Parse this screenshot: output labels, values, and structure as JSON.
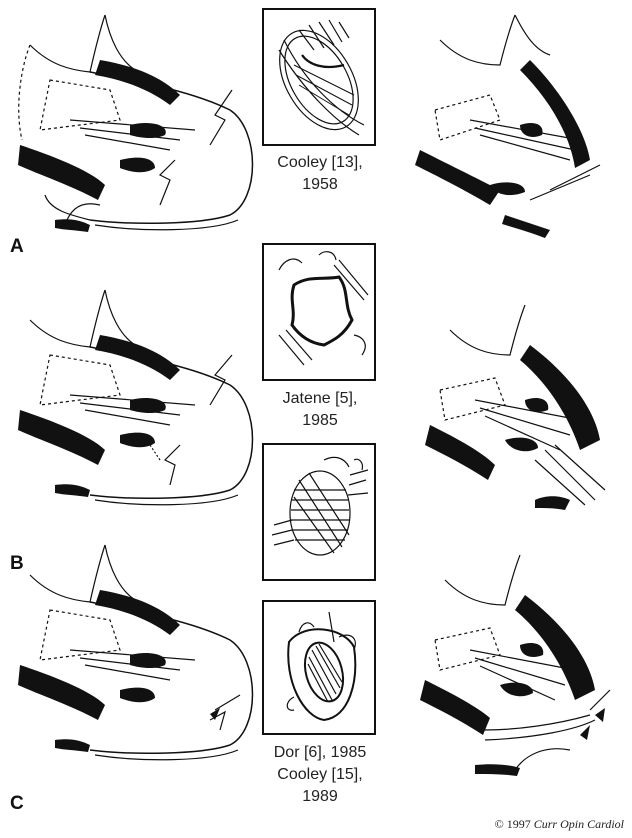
{
  "panels": [
    {
      "letter": "A",
      "caption_line1": "Cooley [13],",
      "caption_line2": "1958"
    },
    {
      "letter": "B",
      "caption_line1": "Jatene [5],",
      "caption_line2": "1985"
    },
    {
      "letter": "C",
      "caption_line1": "Dor [6], 1985",
      "caption_line2": "Cooley [15],",
      "caption_line3": "1989"
    }
  ],
  "copyright": {
    "year": "© 1997",
    "journal": "Curr Opin Cardiol"
  }
}
